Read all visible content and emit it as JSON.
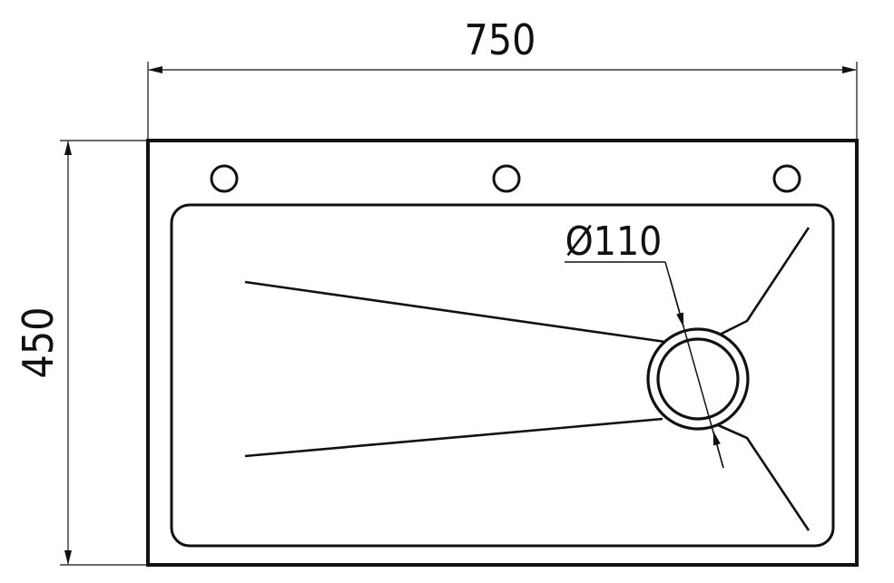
{
  "dimensions": {
    "width_label": "750",
    "height_label": "450",
    "drain_label": "Ø110"
  },
  "colors": {
    "line": "#111111",
    "background": "#ffffff"
  }
}
